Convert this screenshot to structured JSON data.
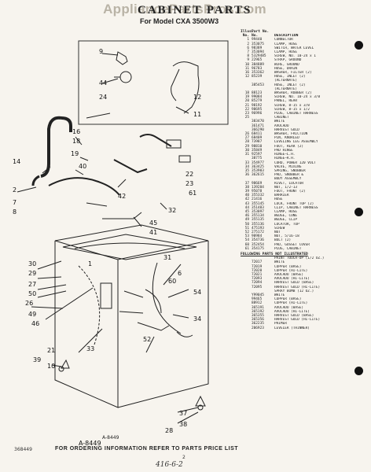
{
  "watermark": "AppliancePartsPros.com",
  "header": {
    "title": "CABINET PARTS",
    "subtitle": "For Model CXA 3500W3"
  },
  "columns": {
    "illus": "Illus.",
    "no": "No.",
    "part": "Part No.",
    "part_no": "No.",
    "desc": "DESCRIPTION"
  },
  "parts": [
    [
      "1",
      "99440",
      "CONNECTOR"
    ],
    [
      "2",
      "353075",
      "CLAMP, HOSE"
    ],
    [
      "6",
      "98389",
      "SWITCH, WATER LEVEL"
    ],
    [
      "7",
      "353094",
      "CLAMP, HOSE"
    ],
    [
      "8",
      "5329485",
      "SCREW, NO. 10-24 x 1"
    ],
    [
      "9",
      "22965",
      "STRAP, GROUND"
    ],
    [
      "10",
      "384889",
      "WIRE, GROUND"
    ],
    [
      "11",
      "96783",
      "HOSE, DRAIN"
    ],
    [
      "16",
      "353362",
      "WASHER, FILTER (2)"
    ],
    [
      "12",
      "85239",
      "HOSE, INLET (2)"
    ],
    [
      "",
      "",
      "(ALTERNATE)"
    ],
    [
      "",
      "385453",
      "HOSE, INLET (2)"
    ],
    [
      "",
      "",
      "(ALTERNATE)"
    ],
    [
      "18",
      "88123",
      "WASHER, RUBBER (2)"
    ],
    [
      "19",
      "99084",
      "SCREW, NO. 10-24 x 3/8"
    ],
    [
      "20",
      "85279",
      "PANEL, REAR"
    ],
    [
      "21",
      "98192",
      "SCREW, 8-15 x 3/8"
    ],
    [
      "22",
      "98695",
      "SCREW, 8-15 x 1/2"
    ],
    [
      "23",
      "96996",
      "PLUG, CABINET HARNESS"
    ],
    [
      "25",
      "",
      "CABINET"
    ],
    [
      "",
      "383470",
      "WHITE"
    ],
    [
      "",
      "361471",
      "AVOCADO"
    ],
    [
      "",
      "366290",
      "HARVEST GOLD"
    ],
    [
      "26",
      "68411",
      "WASHER, FRICTION"
    ],
    [
      "27",
      "68409",
      "PIN, KNURLED"
    ],
    [
      "28",
      "73987",
      "LEVELING LEG ASSEMBLY"
    ],
    [
      "29",
      "98810",
      "FOOT, REAR (2)"
    ],
    [
      "30",
      "35849",
      "PAD HINGE"
    ],
    [
      "31",
      "92597",
      "HINGE—L.H."
    ],
    [
      "",
      "38775",
      "HINGE—R.H."
    ],
    [
      "33",
      "354977",
      "CORD, POWER 120 VOLT"
    ],
    [
      "34",
      "363425",
      "VALVE, MIXING"
    ],
    [
      "35",
      "353903",
      "SPRING, SNUBBER"
    ],
    [
      "36",
      "362615",
      "PAD, SNUBBER &"
    ],
    [
      "",
      "",
      "BODY ASSEMBLY"
    ],
    [
      "37",
      "98669",
      "RIVET, LOCATOR"
    ],
    [
      "38",
      "139284",
      "NUT, 1/2-13"
    ],
    [
      "39",
      "95078",
      "FOOT, FRONT (2)"
    ],
    [
      "40",
      "355332",
      "BARRIER"
    ],
    [
      "42",
      "21416",
      "HOSE"
    ],
    [
      "43",
      "355145",
      "LOCK, FRONT TOP (2)"
    ],
    [
      "44",
      "351483",
      "CLIP, CABINET HARNESS"
    ],
    [
      "45",
      "353097",
      "CLAMP, HOSE"
    ],
    [
      "46",
      "355134",
      "WEDGE, CONE"
    ],
    [
      "49",
      "355135",
      "WEDGE, CLIP"
    ],
    [
      "50",
      "355136",
      "LOCATOR, TOP"
    ],
    [
      "51",
      "475193",
      "SCREW"
    ],
    [
      "52",
      "275172",
      "NUT"
    ],
    [
      "53",
      "90984",
      "NUT, 5/16-18"
    ],
    [
      "54",
      "354736",
      "BOLT (2)"
    ],
    [
      "60",
      "352454",
      "PAD, GUSSET COVER"
    ],
    [
      "61",
      "354175",
      "PLUG, CABINET"
    ]
  ],
  "not_illustrated_title": "FOLLOWING PARTS NOT ILLUSTRATED",
  "not_illustrated": [
    [
      "",
      "PAINT TOUCH-UP (1/2 OZ.)"
    ],
    [
      "72017",
      "WHITE"
    ],
    [
      "72019",
      "COPPER (BASE)"
    ],
    [
      "72020",
      "COPPER (HI-LITE)"
    ],
    [
      "72021",
      "AVOCADO (BASE)"
    ],
    [
      "72093",
      "AVOCADO (HI-LITE)"
    ],
    [
      "72094",
      "HARVEST GOLD (BASE)"
    ],
    [
      "72095",
      "HARVEST GOLD (HI-LITE)"
    ],
    [
      "",
      "SPRAY BOMB (12 OZ.)"
    ],
    [
      "Y99045",
      "WHITE"
    ],
    [
      "99465",
      "COPPER (BASE)"
    ],
    [
      "88912",
      "COPPER (HI-LITE)"
    ],
    [
      "365191",
      "AVOCADO (BASE)"
    ],
    [
      "365192",
      "AVOCADO (HI-LITE)"
    ],
    [
      "365355",
      "HARVEST GOLD (BASE)"
    ],
    [
      "365356",
      "HARVEST GOLD (HI-LITE)"
    ],
    [
      "362235",
      "PRIMER"
    ],
    [
      "206923",
      "LEVELER (THINNER)"
    ]
  ],
  "callouts": [
    "9",
    "44",
    "24",
    "11",
    "12",
    "16",
    "18",
    "19",
    "42",
    "32",
    "14",
    "40",
    "2",
    "7",
    "8",
    "22",
    "23",
    "61",
    "45",
    "41",
    "30",
    "29",
    "27",
    "50",
    "26",
    "49",
    "46",
    "6",
    "54",
    "10",
    "52",
    "1",
    "31",
    "34",
    "33",
    "60",
    "39",
    "37",
    "38",
    "28",
    "21"
  ],
  "inset_a_label": "A-8449",
  "footer": "FOR ORDERING INFORMATION REFER TO PARTS PRICE LIST",
  "ref_number": "368449",
  "page_number": "2",
  "hand_note": "416-6-2"
}
